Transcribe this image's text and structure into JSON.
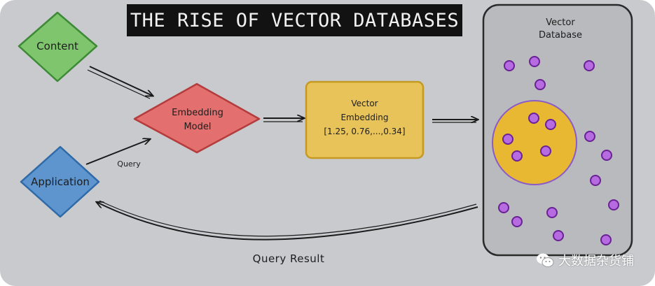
{
  "title": "THE RISE OF VECTOR DATABASES",
  "nodes": {
    "content": "Content",
    "application": "Application",
    "embedding_model": [
      "Embedding",
      "Model"
    ],
    "vector_embedding": [
      "Vector",
      "Embedding",
      "[1.25, 0.76,...,0.34]"
    ],
    "vector_database": [
      "Vector",
      "Database"
    ]
  },
  "edges": {
    "query": "Query",
    "query_result": "Query Result"
  },
  "watermark": "大数据杂货铺",
  "colors": {
    "background": "#c9cacd",
    "content_fill": "#7fc56d",
    "application_fill": "#5e95cf",
    "embedding_fill": "#e36f6f",
    "vector_box_fill": "#e8c35a",
    "database_fill": "#b9babd",
    "cluster_fill": "#e9b833",
    "point_color": "#a447d4"
  }
}
